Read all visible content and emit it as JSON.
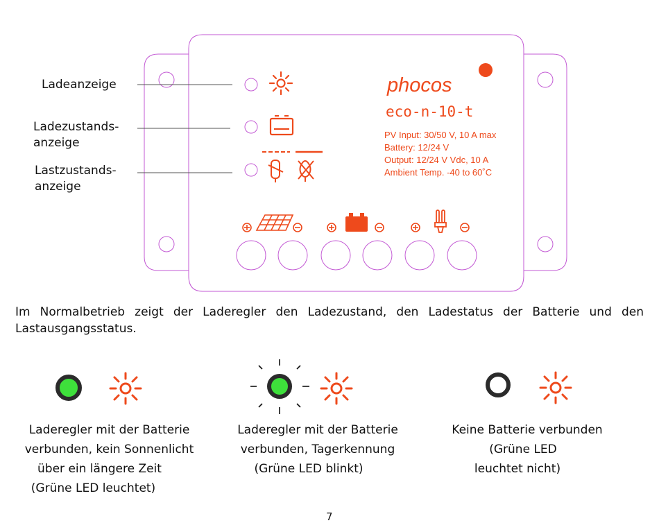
{
  "labels": {
    "charge_indicator": "Ladeanzeige",
    "battery_status_1": "Ladezustands-",
    "battery_status_2": "anzeige",
    "load_status_1": "Lastzustands-",
    "load_status_2": "anzeige"
  },
  "device": {
    "brand": "phocos",
    "model": "eco-n-10-t",
    "specs": [
      "PV Input: 30/50 V, 10 A max",
      "Battery: 12/24 V",
      "Output: 12/24 V Vdc, 10 A",
      "Ambient Temp. -40 to 60˚C"
    ]
  },
  "paragraph": "Im Normalbetrieb zeigt der Laderegler den Ladezustand, den Ladestatus der Batterie und den Lastausgangsstatus.",
  "states": [
    {
      "lines": [
        "Laderegler mit der Batterie",
        "verbunden, kein Sonnenlicht",
        "über ein längere Zeit",
        "(Grüne LED leuchtet)"
      ],
      "led": "on"
    },
    {
      "lines": [
        "Laderegler mit der Batterie",
        "verbunden, Tagerkennung",
        "(Grüne LED blinkt)"
      ],
      "led": "blink"
    },
    {
      "lines": [
        "Keine Batterie verbunden",
        "(Grüne LED",
        "leuchtet nicht)"
      ],
      "led": "off"
    }
  ],
  "page_number": "7",
  "colors": {
    "accent": "#ee4a1c",
    "outline": "#b23cc7",
    "led_green": "#3ee03b",
    "text": "#111111"
  },
  "icons": [
    "sun-icon",
    "battery-icon",
    "lamp-icon",
    "solar-panel-icon",
    "plus-icon",
    "minus-icon"
  ]
}
